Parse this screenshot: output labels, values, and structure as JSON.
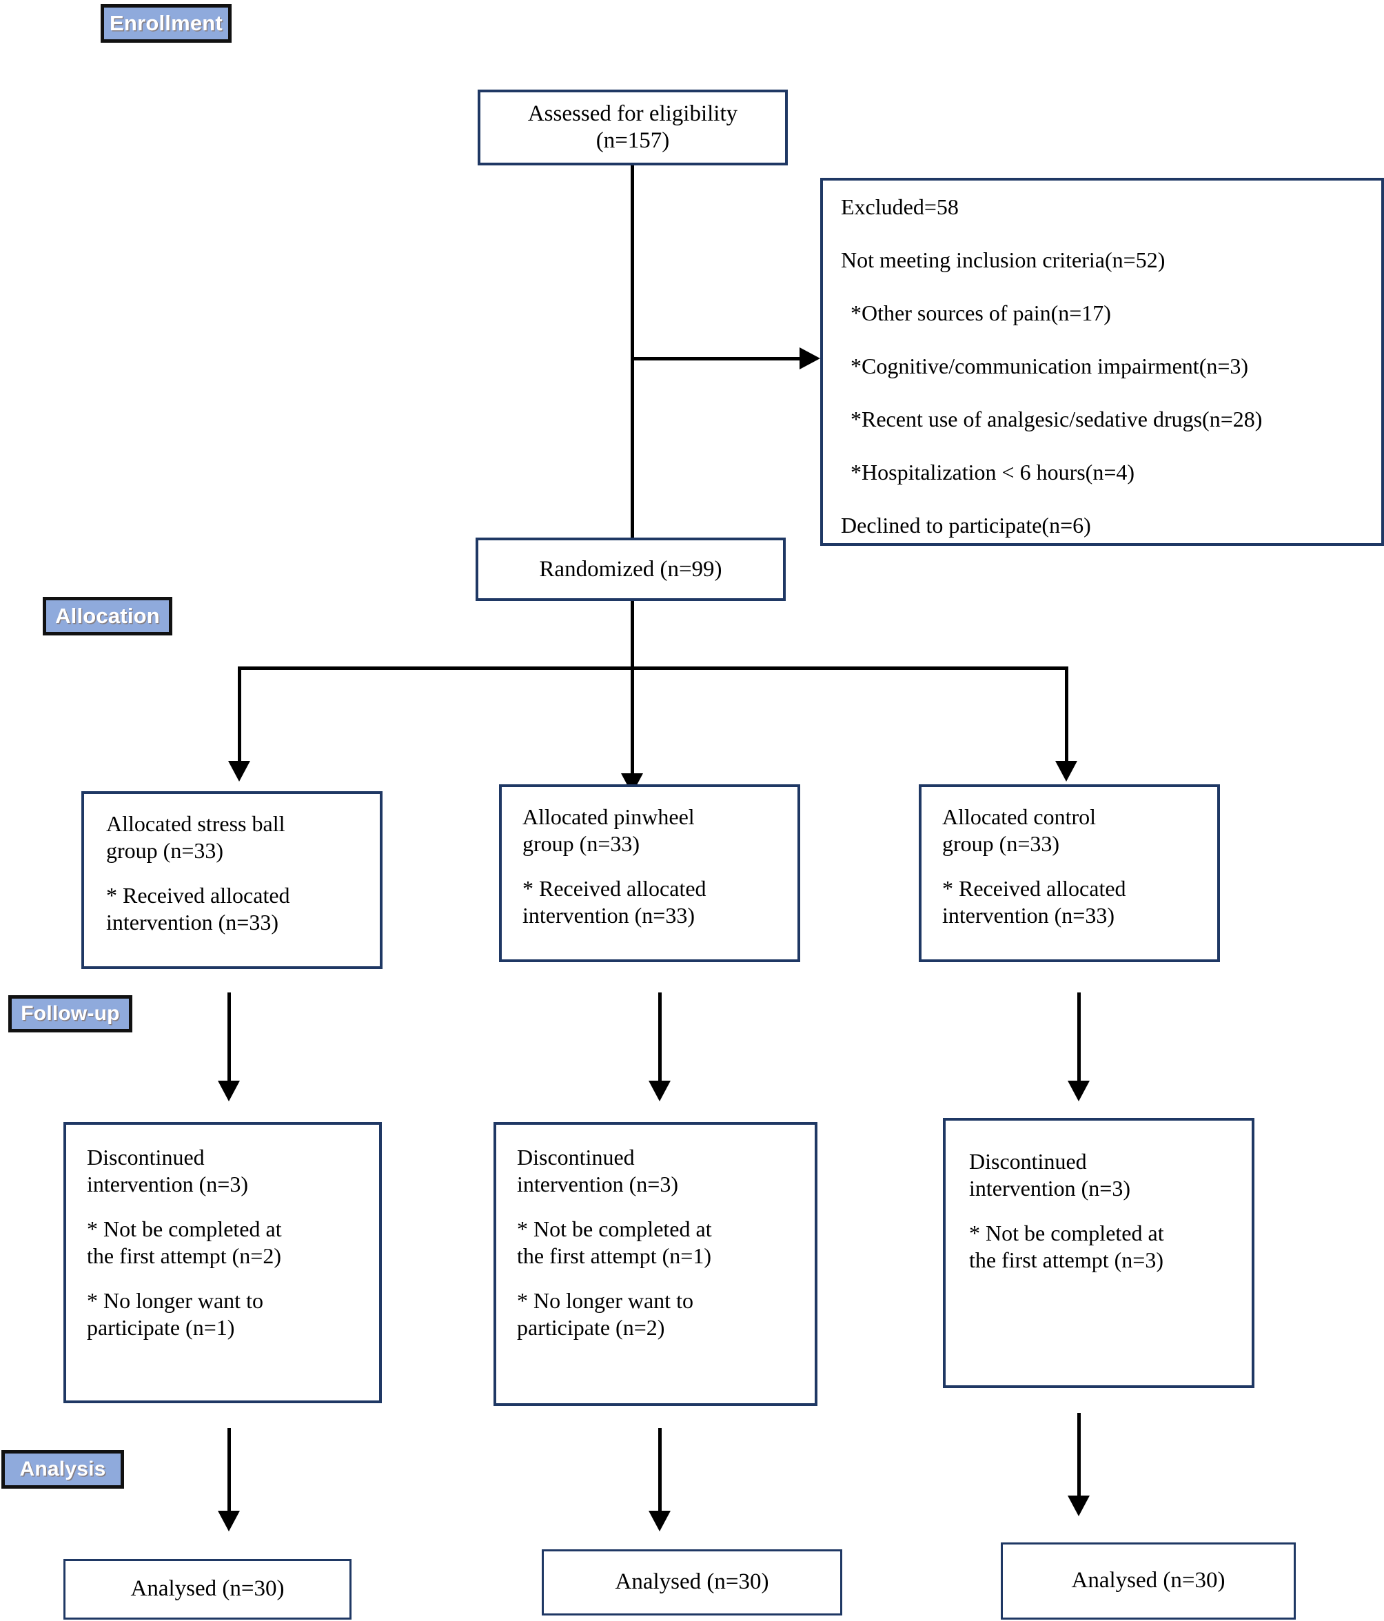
{
  "diagram": {
    "title": "CONSORT participant flow diagram",
    "accent_blue": "#8FAADC",
    "box_border_color": "#1F3864",
    "label_border_color": "#111111",
    "connector_color": "#000000"
  },
  "stages": {
    "enrollment": "Enrollment",
    "allocation": "Allocation",
    "followup": "Follow-up",
    "analysis": "Analysis"
  },
  "enrollment": {
    "assessed": {
      "line1": "Assessed for eligibility",
      "line2": "(n=157)"
    },
    "excluded": {
      "line1": "Excluded=58",
      "line2": "Not meeting inclusion criteria(n=52)",
      "line3": "*Other sources of pain(n=17)",
      "line4": "*Cognitive/communication impairment(n=3)",
      "line5": "*Recent use of analgesic/sedative drugs(n=28)",
      "line6": "*Hospitalization < 6 hours(n=4)",
      "line7": "Declined to participate(n=6)"
    },
    "randomized": {
      "line1": "Randomized (n=99)"
    }
  },
  "allocation": {
    "stress_ball": {
      "line1": "Allocated stress ball",
      "line2": "group (n=33)",
      "line3": "* Received allocated",
      "line4": "intervention (n=33)"
    },
    "pinwheel": {
      "line1": "Allocated pinwheel",
      "line2": "group (n=33)",
      "line3": "* Received allocated",
      "line4": "intervention (n=33)"
    },
    "control": {
      "line1": "Allocated control",
      "line2": "group (n=33)",
      "line3": "* Received allocated",
      "line4": "intervention (n=33)"
    }
  },
  "followup": {
    "stress_ball": {
      "line1": "Discontinued",
      "line2": "intervention (n=3)",
      "line3": "* Not be completed at",
      "line4": "the first attempt (n=2)",
      "line5": "* No longer want to",
      "line6": "participate (n=1)"
    },
    "pinwheel": {
      "line1": "Discontinued",
      "line2": "intervention (n=3)",
      "line3": "* Not be completed at",
      "line4": "the first attempt (n=1)",
      "line5": "* No longer want to",
      "line6": "participate (n=2)"
    },
    "control": {
      "line1": "Discontinued",
      "line2": "intervention (n=3)",
      "line3": "* Not be completed at",
      "line4": "the first attempt (n=3)"
    }
  },
  "analysis": {
    "stress_ball": {
      "line1": "Analysed (n=30)"
    },
    "pinwheel": {
      "line1": "Analysed (n=30)"
    },
    "control": {
      "line1": "Analysed (n=30)"
    }
  },
  "chart_data": {
    "type": "table",
    "title": "CONSORT flow diagram",
    "stages": [
      "Enrollment",
      "Allocation",
      "Follow-up",
      "Analysis"
    ],
    "nodes": [
      {
        "stage": "Enrollment",
        "label": "Assessed for eligibility",
        "n": 157
      },
      {
        "stage": "Enrollment",
        "label": "Excluded",
        "n": 58
      },
      {
        "stage": "Enrollment",
        "label": "Not meeting inclusion criteria",
        "n": 52
      },
      {
        "stage": "Enrollment",
        "label": "Other sources of pain",
        "n": 17
      },
      {
        "stage": "Enrollment",
        "label": "Cognitive/communication impairment",
        "n": 3
      },
      {
        "stage": "Enrollment",
        "label": "Recent use of analgesic/sedative drugs",
        "n": 28
      },
      {
        "stage": "Enrollment",
        "label": "Hospitalization < 6 hours",
        "n": 4
      },
      {
        "stage": "Enrollment",
        "label": "Declined to participate",
        "n": 6
      },
      {
        "stage": "Enrollment",
        "label": "Randomized",
        "n": 99
      },
      {
        "stage": "Allocation",
        "label": "Allocated stress ball group",
        "n": 33
      },
      {
        "stage": "Allocation",
        "label": "Stress ball - Received allocated intervention",
        "n": 33
      },
      {
        "stage": "Allocation",
        "label": "Allocated pinwheel group",
        "n": 33
      },
      {
        "stage": "Allocation",
        "label": "Pinwheel - Received allocated intervention",
        "n": 33
      },
      {
        "stage": "Allocation",
        "label": "Allocated control group",
        "n": 33
      },
      {
        "stage": "Allocation",
        "label": "Control - Received allocated intervention",
        "n": 33
      },
      {
        "stage": "Follow-up",
        "label": "Stress ball - Discontinued intervention",
        "n": 3
      },
      {
        "stage": "Follow-up",
        "label": "Stress ball - Not be completed at the first attempt",
        "n": 2
      },
      {
        "stage": "Follow-up",
        "label": "Stress ball - No longer want to participate",
        "n": 1
      },
      {
        "stage": "Follow-up",
        "label": "Pinwheel - Discontinued intervention",
        "n": 3
      },
      {
        "stage": "Follow-up",
        "label": "Pinwheel - Not be completed at the first attempt",
        "n": 1
      },
      {
        "stage": "Follow-up",
        "label": "Pinwheel - No longer want to participate",
        "n": 2
      },
      {
        "stage": "Follow-up",
        "label": "Control - Discontinued intervention",
        "n": 3
      },
      {
        "stage": "Follow-up",
        "label": "Control - Not be completed at the first attempt",
        "n": 3
      },
      {
        "stage": "Analysis",
        "label": "Stress ball - Analysed",
        "n": 30
      },
      {
        "stage": "Analysis",
        "label": "Pinwheel - Analysed",
        "n": 30
      },
      {
        "stage": "Analysis",
        "label": "Control - Analysed",
        "n": 30
      }
    ]
  }
}
